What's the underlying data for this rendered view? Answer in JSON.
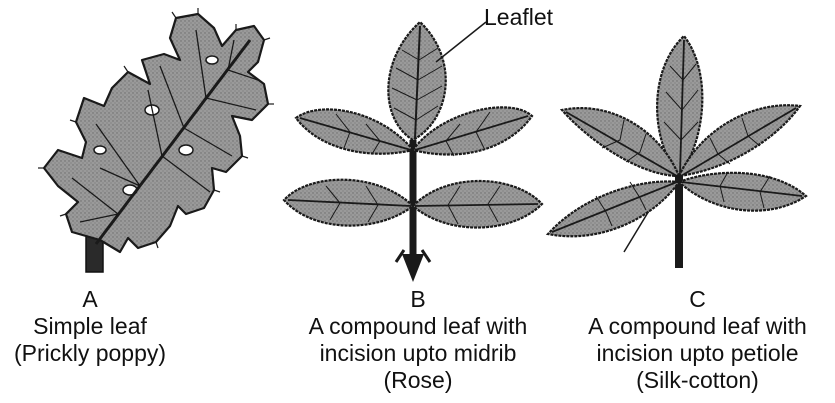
{
  "labels": {
    "leaflet": "Leaflet"
  },
  "captions": {
    "a": {
      "letter": "A",
      "line1": "Simple leaf",
      "line2": "(Prickly poppy)"
    },
    "b": {
      "letter": "B",
      "line1": "A compound leaf with",
      "line2": "incision upto midrib",
      "line3": "(Rose)"
    },
    "c": {
      "letter": "C",
      "line1": "A compound leaf with",
      "line2": "incision upto petiole",
      "line3": "(Silk-cotton)"
    }
  },
  "colors": {
    "ink": "#1a1a1a",
    "leaf_fill": "#8c8c8c",
    "leaf_dark": "#3a3a3a",
    "vein": "#222222",
    "background": "#ffffff"
  },
  "icons": [
    "prickly-poppy-leaf-icon",
    "rose-compound-leaf-icon",
    "silk-cotton-palmate-leaf-icon"
  ]
}
